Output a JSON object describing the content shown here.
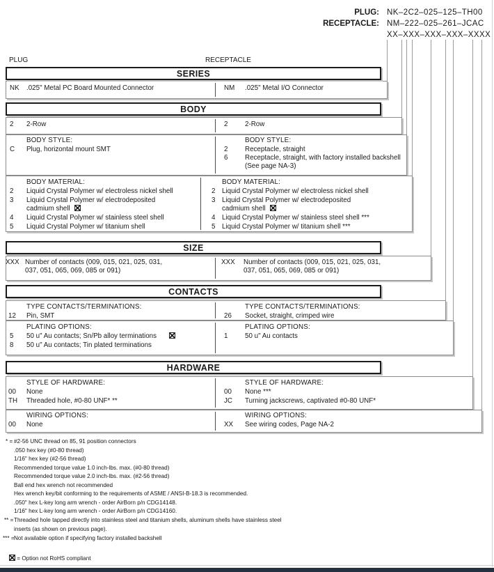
{
  "pn": {
    "plug_label": "PLUG:",
    "plug_value": "NK–2C2–025–125–TH00",
    "receptacle_label": "RECEPTACLE:",
    "receptacle_value": "NM–222–025–261–JCAC",
    "mask": "XX–XXX–XXX–XXX–XXXX"
  },
  "cols": {
    "left": "PLUG",
    "right": "RECEPTACLE"
  },
  "series": {
    "title": "SERIES",
    "left": {
      "code": "NK",
      "desc": ".025\" Metal PC Board Mounted Connector"
    },
    "right": {
      "code": "NM",
      "desc": ".025\" Metal I/O Connector"
    }
  },
  "body": {
    "title": "BODY",
    "row": {
      "left": {
        "code": "2",
        "desc": "2-Row"
      },
      "right": {
        "code": "2",
        "desc": "2-Row"
      }
    },
    "style": {
      "left_label": "BODY STYLE:",
      "right_label": "BODY STYLE:",
      "left": [
        {
          "code": "C",
          "desc": "Plug, horizontal mount SMT"
        }
      ],
      "right": [
        {
          "code": "2",
          "desc": "Receptacle, straight"
        },
        {
          "code": "6",
          "desc": "Receptacle, straight, with factory installed backshell",
          "desc2": "(See page NA-3)"
        }
      ]
    },
    "material": {
      "left_label": "BODY MATERIAL:",
      "right_label": "BODY MATERIAL:",
      "left": [
        {
          "code": "2",
          "desc": "Liquid Crystal Polymer w/ electroless nickel shell"
        },
        {
          "code": "3",
          "desc": "Liquid Crystal Polymer w/ electrodeposited",
          "desc2": "cadmium shell"
        },
        {
          "code": "4",
          "desc": "Liquid Crystal Polymer w/ stainless steel shell"
        },
        {
          "code": "5",
          "desc": "Liquid Crystal Polymer w/ titanium shell"
        }
      ],
      "right": [
        {
          "code": "2",
          "desc": "Liquid Crystal Polymer w/ electroless nickel shell"
        },
        {
          "code": "3",
          "desc": "Liquid Crystal Polymer w/ electrodeposited",
          "desc2": "cadmium shell"
        },
        {
          "code": "4",
          "desc": "Liquid Crystal Polymer w/ stainless steel shell ***"
        },
        {
          "code": "5",
          "desc": "Liquid Crystal Polymer w/ titanium shell ***"
        }
      ]
    }
  },
  "size": {
    "title": "SIZE",
    "left": {
      "code": "XXX",
      "desc": "Number of contacts (009, 015, 021, 025, 031,",
      "desc2": "037, 051, 065, 069, 085 or 091)"
    },
    "right": {
      "code": "XXX",
      "desc": "Number of contacts (009, 015, 021, 025, 031,",
      "desc2": "037, 051, 065, 069, 085 or 091)"
    }
  },
  "contacts": {
    "title": "CONTACTS",
    "type": {
      "left_label": "TYPE CONTACTS/TERMINATIONS:",
      "right_label": "TYPE CONTACTS/TERMINATIONS:",
      "left": [
        {
          "code": "12",
          "desc": "Pin, SMT"
        }
      ],
      "right": [
        {
          "code": "26",
          "desc": "Socket, straight, crimped wire"
        }
      ]
    },
    "plating": {
      "left_label": "PLATING OPTIONS:",
      "right_label": "PLATING OPTIONS:",
      "left": [
        {
          "code": "5",
          "desc": "50 u\" Au contacts; Sn/Pb alloy terminations"
        },
        {
          "code": "8",
          "desc": "50 u\" Au contacts; Tin plated terminations"
        }
      ],
      "right": [
        {
          "code": "1",
          "desc": "50 u\" Au contacts"
        }
      ]
    }
  },
  "hardware": {
    "title": "HARDWARE",
    "style": {
      "left_label": "STYLE OF HARDWARE:",
      "right_label": "STYLE OF HARDWARE:",
      "left": [
        {
          "code": "00",
          "desc": "None"
        },
        {
          "code": "TH",
          "desc": "Threaded hole, #0-80 UNF*  **"
        }
      ],
      "right": [
        {
          "code": "00",
          "desc": "None  ***"
        },
        {
          "code": "JC",
          "desc": "Turning jackscrews, captivated #0-80 UNF*"
        }
      ]
    },
    "wiring": {
      "left_label": "WIRING OPTIONS:",
      "right_label": "WIRING OPTIONS:",
      "left": [
        {
          "code": "00",
          "desc": "None"
        }
      ],
      "right": [
        {
          "code": "XX",
          "desc": "See wiring codes, Page NA-2"
        }
      ]
    }
  },
  "footnotes": {
    "star_prefix": "* =",
    "star_lines": [
      "#2-56 UNC thread on 85, 91 position connectors",
      ".050 hex key (#0-80 thread)",
      "1/16\" hex key (#2-56 thread)",
      "Recommended torque value 1.0 inch-lbs. max. (#0-80 thread)",
      "Recommended torque value 2.0 inch-lbs. max. (#2-56 thread)",
      "Ball end hex wrench not recommended",
      "Hex wrench key/bit conforming to the requirements of ASME / ANSI-B-18.3 is recommended.",
      ".050\" hex L-key long arm wrench - order AirBorn p/n CDG14148.",
      "1/16\" hex L-key long arm wrench - order AirBorn p/n CDG14160."
    ],
    "dstar_prefix": "** =",
    "dstar_line1": "Threaded hole tapped directly into stainless steel and titanium shells, aluminum shells have stainless steel",
    "dstar_line2": "inserts (as shown on previous page).",
    "tstar_prefix": "*** =",
    "tstar_line": "Not available option if specifying factory installed backshell",
    "rohs_legend": "= Option not RoHS compliant"
  },
  "colors": {
    "footer_bar": "#243140"
  }
}
